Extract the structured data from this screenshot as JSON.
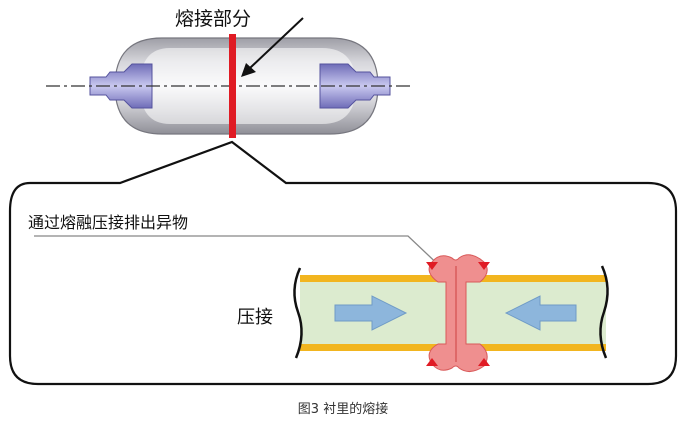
{
  "labels": {
    "weld_part": "熔接部分",
    "foreign_matter": "通过熔融压接排出异物",
    "pressure": "压接",
    "caption": "图3 衬里的熔接"
  },
  "colors": {
    "liner_body": "#c8c8ce",
    "valve": "#9a98d6",
    "weld_line": "#e01b24",
    "liner_layer": "#f2b51f",
    "fill": "#dcebcf",
    "arrow": "#8db6dc",
    "weld_bead": "#ef8f8f",
    "outline": "#111111"
  }
}
